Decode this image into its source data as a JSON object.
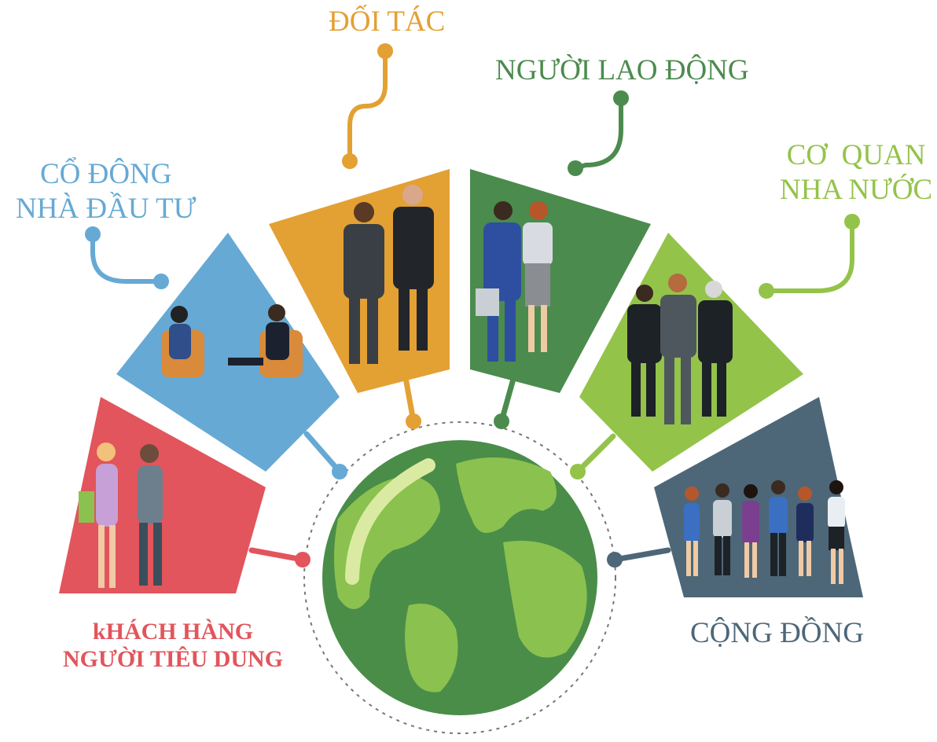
{
  "colors": {
    "red": "#e2555c",
    "blue": "#66a9d4",
    "orange": "#e3a033",
    "darkgreen": "#4c8b4e",
    "lightgreen": "#94c34a",
    "slate": "#4d6778",
    "globe_ocean": "#4a8d49",
    "globe_land": "#8bc14e"
  },
  "segments": [
    {
      "id": "khach-hang",
      "lines": [
        "kHÁCH HÀNG",
        "NGƯỜI TIÊU DUNG"
      ],
      "icon": "couple-shopping-figures"
    },
    {
      "id": "co-dong",
      "lines": [
        "CỔ ĐÔNG",
        "NHÀ ĐẦU TƯ"
      ],
      "icon": "meeting-figures"
    },
    {
      "id": "doi-tac",
      "lines": [
        "ĐỐI TÁC"
      ],
      "icon": "business-partners-figures"
    },
    {
      "id": "nguoi-lao-dong",
      "lines": [
        "NGƯỜI LAO ĐỘNG"
      ],
      "icon": "workers-figures"
    },
    {
      "id": "co-quan",
      "lines": [
        "CƠ  QUAN",
        "NHA NƯỚC"
      ],
      "icon": "officials-figures"
    },
    {
      "id": "cong-dong",
      "lines": [
        "CỘNG ĐỒNG"
      ],
      "icon": "community-figures"
    }
  ],
  "center": {
    "icon": "globe-icon"
  }
}
